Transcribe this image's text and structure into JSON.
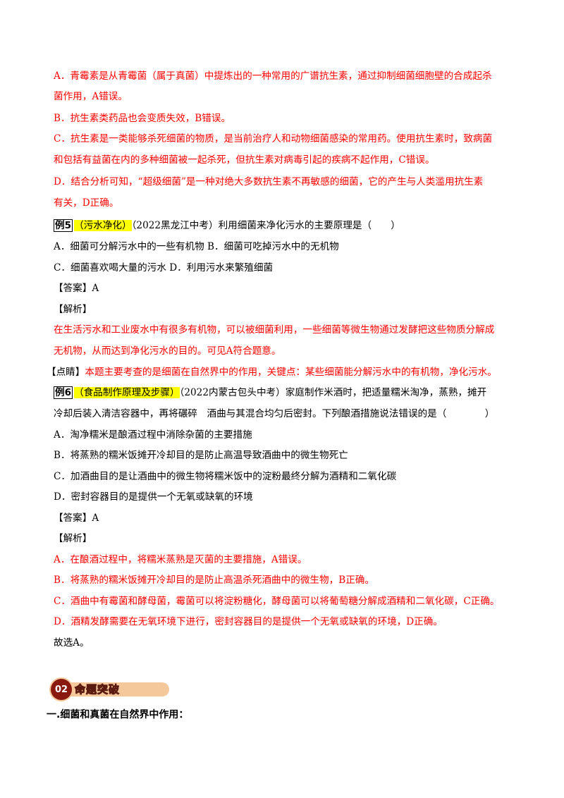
{
  "lines_prev": [
    "A．青霉素是从青霉菌（属于真菌）中提炼出的一种常用的广谱抗生素，通过抑制细菌细胞壁的合成起杀",
    "菌作用，A错误。",
    "B．抗生素类药品也会变质失效，B错误。",
    "C．抗生素是一类能够杀死细菌的物质，是当前治疗人和动物细菌感染的常用药。使用抗生素时，致病菌",
    "和包括有益菌在内的多种细菌被一起杀死，但抗生素对病毒引起的疾病不起作用，C错误。",
    "D．结合分析可知，“超级细菌”是一种对绝大多数抗生素不再敏感的细菌，它的产生与人类滥用抗生素",
    "有关，D正确。"
  ],
  "ex5": {
    "label": "例5",
    "topic": "（污水净化）",
    "source_stem": "（2022黑龙江中考）利用细菌来净化污水的主要原理是（　　）",
    "options_line1": "A．细菌可分解污水中的一些有机物 B．细菌可吃掉污水中的无机物",
    "options_line2": "C．细菌喜欢喝大量的污水 D．利用污水来繁殖细菌",
    "answer": "【答案】A",
    "analysis_label": "【解析】",
    "analysis_line1": "在生活污水和工业废水中有很多有机物，可以被细菌利用，一些细菌等微生物通过发酵把这些物质分解成",
    "analysis_line2": "无机物，从而达到净化污水的目的。可见A符合题意。",
    "tip_label": "【点睛】",
    "tip_text": "本题主要考查的是细菌在自然界中的作用，关键点：某些细菌能分解污水中的有机物，净化污水。"
  },
  "ex6": {
    "label": "例6",
    "topic": "（食品制作原理及步骤）",
    "stem_line1": "（2022内蒙古包头中考）家庭制作米酒时，把适量糯米淘净，蒸熟，摊开",
    "stem_line2": "冷却后装入清洁容器中，再将碾碎　酒曲与其混合均匀后密封。下列酿酒措施说法错误的是（　　　　）",
    "option_a": "A．淘净糯米是酿酒过程中消除杂菌的主要措施",
    "option_b": "B．将蒸熟的糯米饭摊开冷却目的是防止高温导致酒曲中的微生物死亡",
    "option_c": "C．加酒曲目的是让酒曲中的微生物将糯米饭中的淀粉最终分解为酒精和二氧化碳",
    "option_d": "D．密封容器目的是提供一个无氧或缺氧的环境",
    "answer": "【答案】A",
    "analysis_label": "【解析】",
    "analysis_a": "A．在酿酒过程中，将糯米蒸熟是灭菌的主要措施，A错误。",
    "analysis_b": "B．将蒸熟的糯米饭摊开冷却目的是防止高温杀死酒曲中的微生物，B正确。",
    "analysis_c": "C．酒曲中有霉菌和酵母菌，霉菌可以将淀粉糖化，酵母菌可以将葡萄糖分解成酒精和二氧化碳，C正确。",
    "analysis_d": "D．酒精发酵需要在无氧环境下进行，密封容器目的是提供一个无氧或缺氧的环境，D正确。",
    "conclusion": "故选A。"
  },
  "section": {
    "badge": "02",
    "title": "命题突破"
  },
  "heading": "一.细菌和真菌在自然界中作用："
}
